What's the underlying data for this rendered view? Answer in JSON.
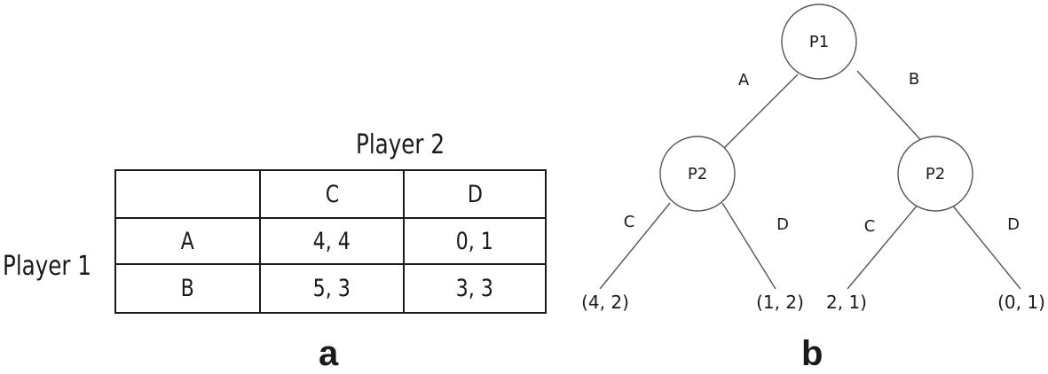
{
  "panel_a": {
    "column_player": "Player 2",
    "row_player": "Player 1",
    "header": [
      "",
      "C",
      "D"
    ],
    "rows": [
      [
        "A",
        "4, 4",
        "0, 1"
      ],
      [
        "B",
        "5, 3",
        "3, 3"
      ]
    ],
    "caption": "a"
  },
  "panel_b": {
    "root": "P1",
    "left_node": "P2",
    "right_node": "P2",
    "root_actions": [
      "A",
      "B"
    ],
    "left_actions": [
      "C",
      "D"
    ],
    "right_actions": [
      "C",
      "D"
    ],
    "payoffs": [
      "(4, 2)",
      "(1, 2)",
      "2, 1)",
      "(0, 1)"
    ],
    "caption": "b"
  },
  "colors": {
    "ink": "#1a1a1a",
    "line": "#555555"
  }
}
